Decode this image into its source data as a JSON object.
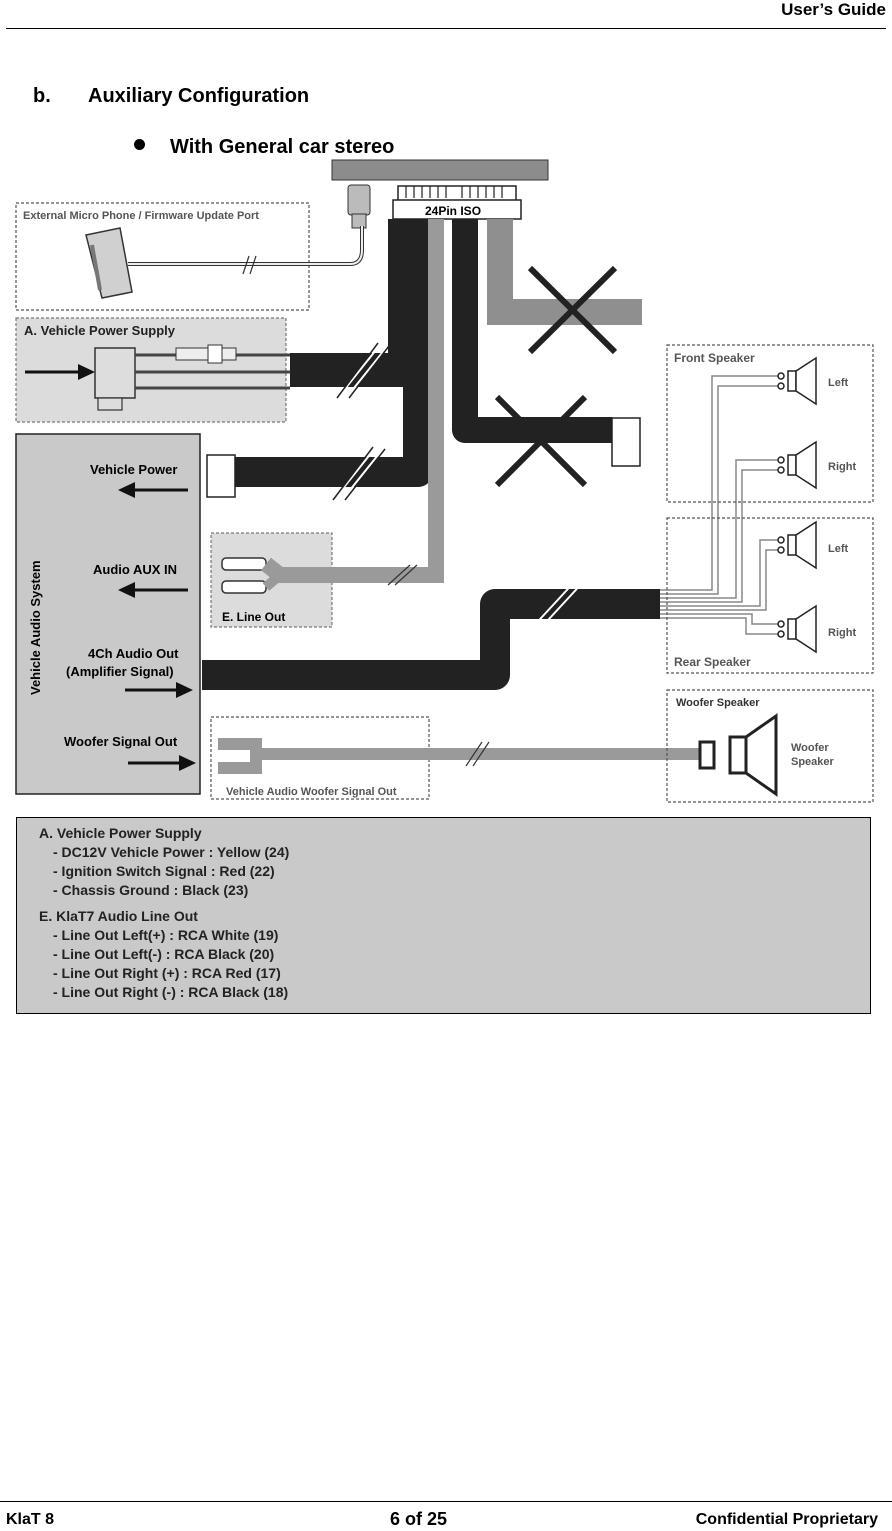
{
  "header": {
    "title": "User’s Guide"
  },
  "section": {
    "letter": "b.",
    "title": "Auxiliary Configuration"
  },
  "subsection": {
    "title": "With General car stereo"
  },
  "diagram": {
    "iso_label": "24Pin ISO",
    "mic_port_label": "External Micro Phone / Firmware Update Port",
    "power_supply_label": "A. Vehicle Power Supply",
    "vehicle_audio_system_label": "Vehicle Audio System",
    "vehicle_power_label": "Vehicle Power",
    "audio_aux_in_label": "Audio AUX IN",
    "four_ch_line1": "4Ch Audio Out",
    "four_ch_line2": "(Amplifier Signal)",
    "woofer_signal_out_label": "Woofer Signal Out",
    "line_out_label": "E. Line Out",
    "woofer_signal_box_label": "Vehicle Audio Woofer Signal Out",
    "front_speaker_label": "Front Speaker",
    "rear_speaker_label": "Rear Speaker",
    "woofer_speaker_label": "Woofer Speaker",
    "left_label": "Left",
    "right_label": "Right",
    "woofer_line1": "Woofer",
    "woofer_line2": "Speaker"
  },
  "notes": {
    "power": {
      "title": "A. Vehicle Power Supply",
      "items": [
        "- DC12V Vehicle Power : Yellow (24)",
        "- Ignition Switch Signal : Red (22)",
        "- Chassis Ground : Black (23)"
      ]
    },
    "lineout": {
      "title": "E. KlaT7 Audio Line Out",
      "items": [
        "- Line Out Left(+) : RCA White (19)",
        "- Line Out Left(-) : RCA Black (20)",
        "- Line Out Right (+) : RCA Red (17)",
        "- Line Out Right (-) : RCA Black (18)"
      ]
    }
  },
  "footer": {
    "left": "KlaT 8",
    "center": "6 of 25",
    "right": "Confidential Proprietary"
  }
}
